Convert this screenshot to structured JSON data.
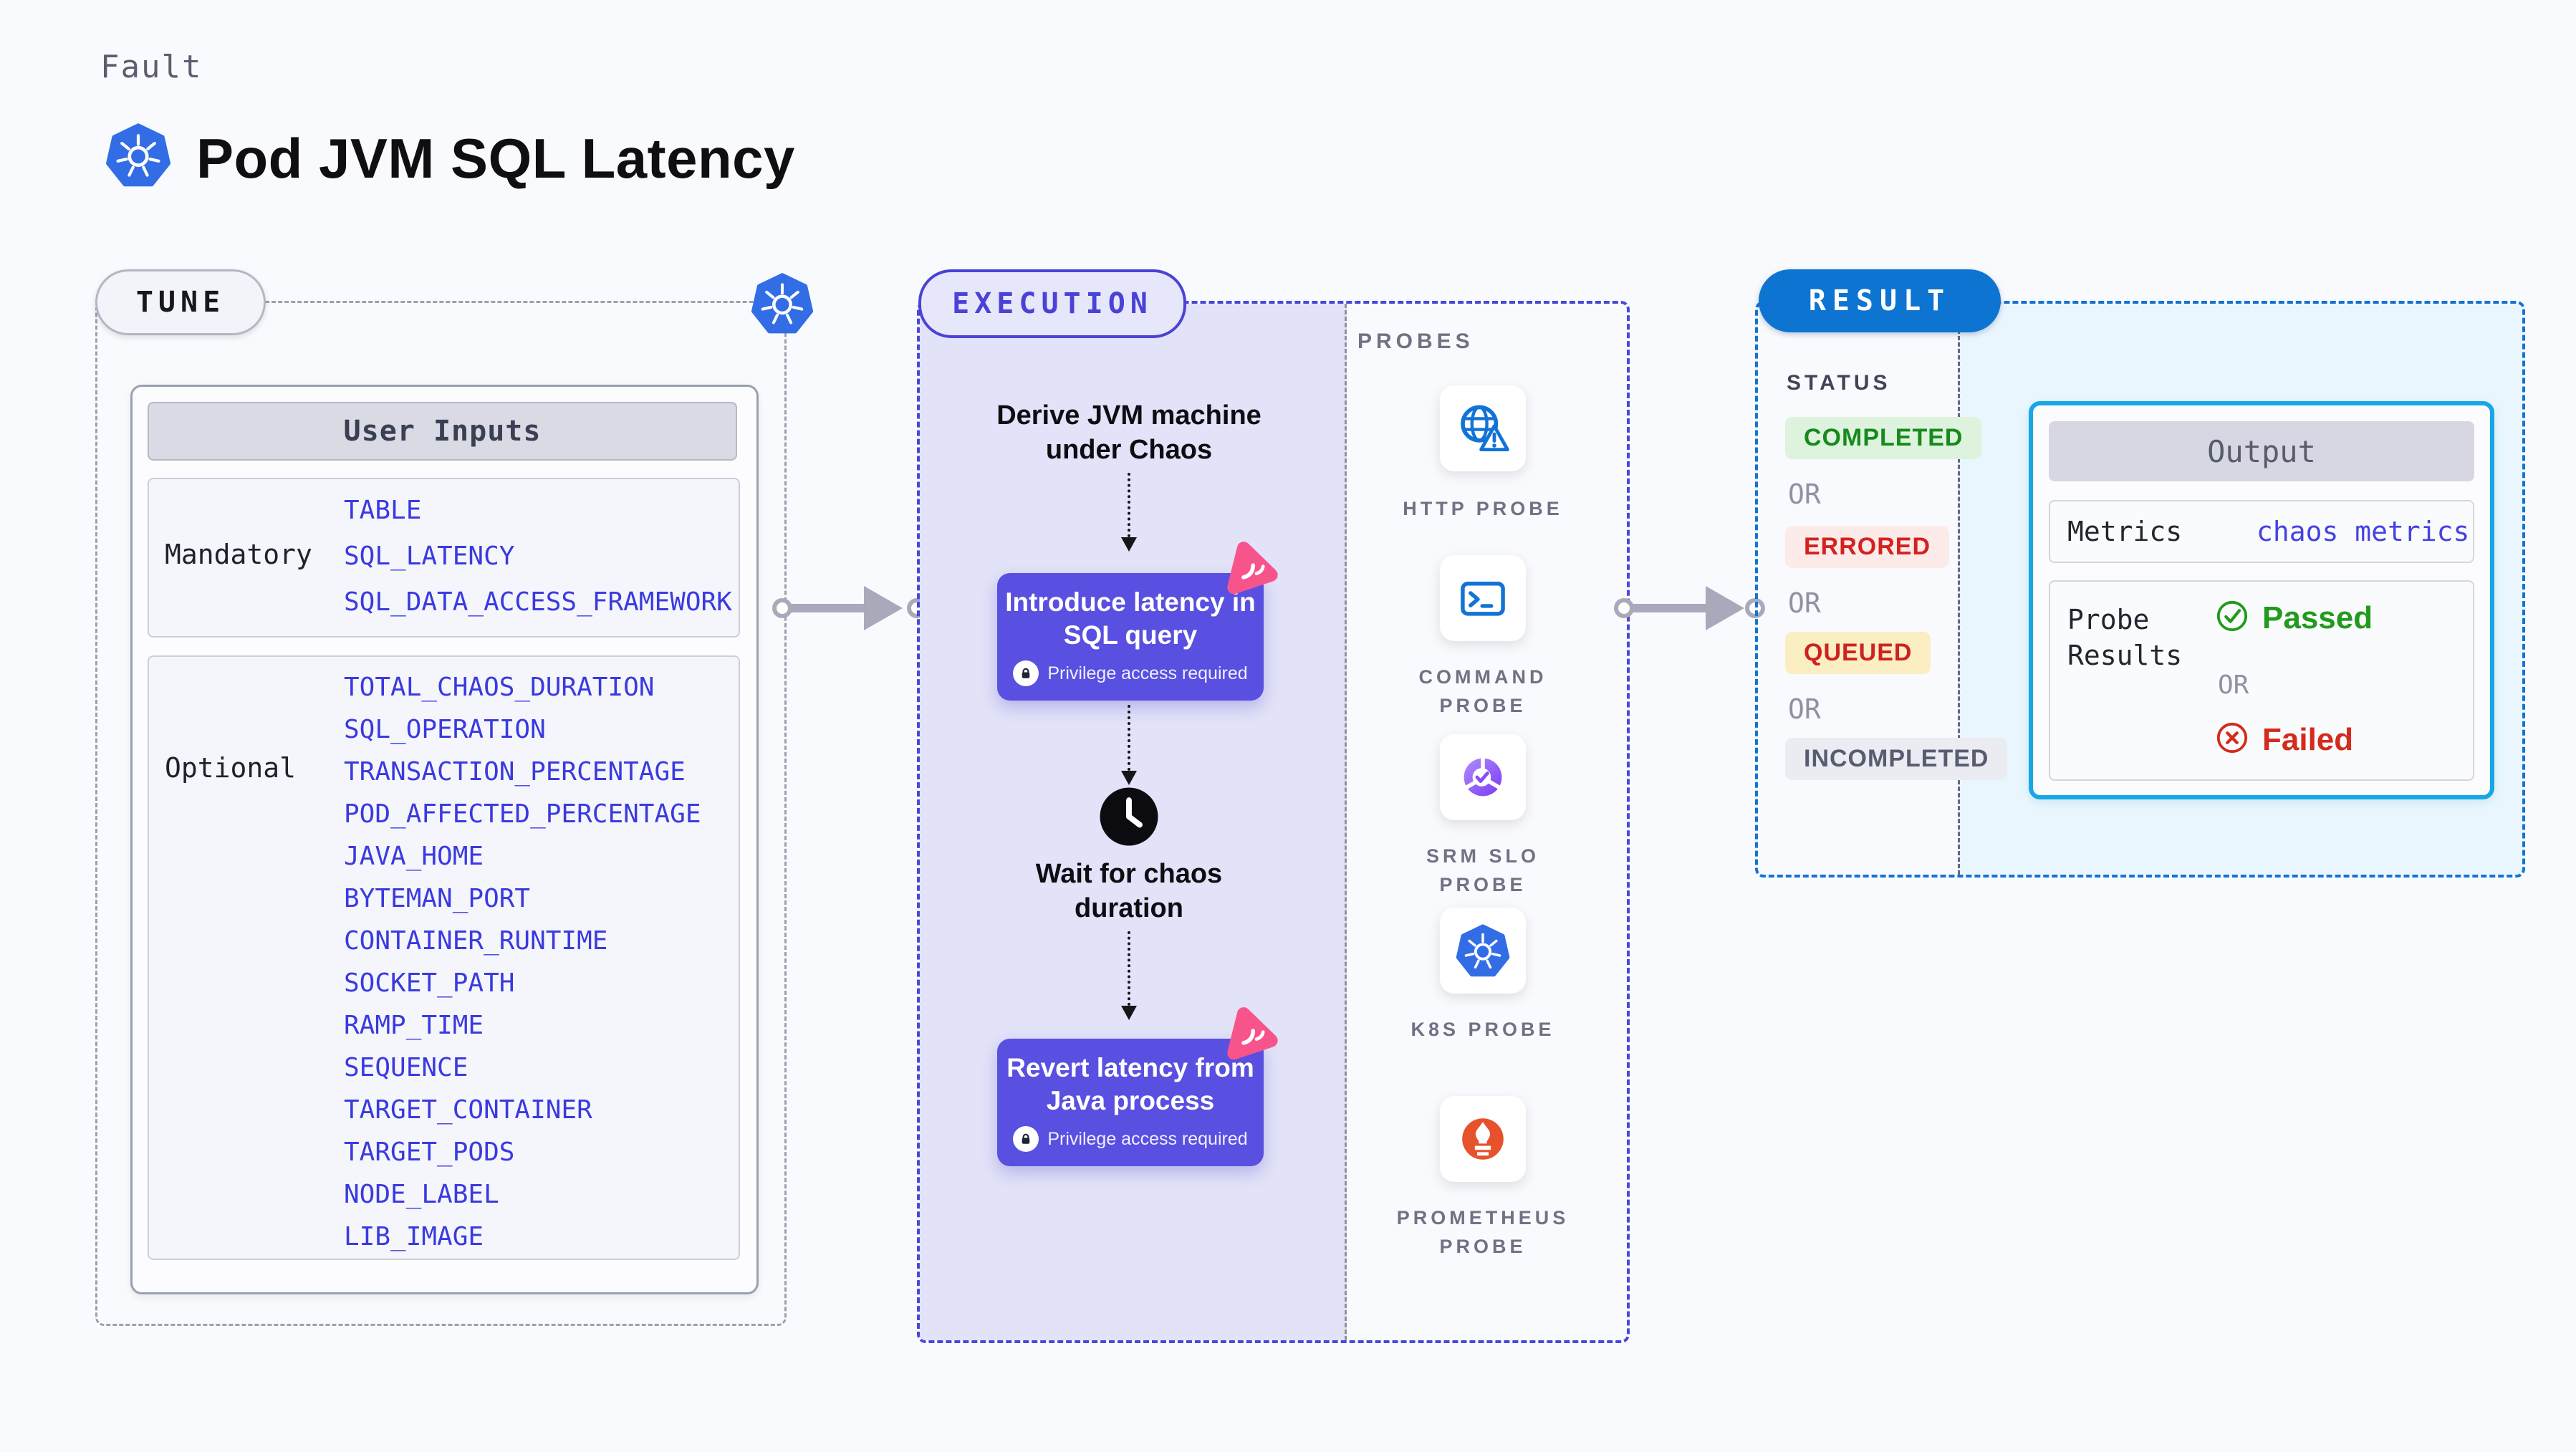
{
  "page": {
    "fault_label": "Fault",
    "title": "Pod JVM SQL Latency"
  },
  "tune": {
    "pill": "TUNE",
    "card_header": "User Inputs",
    "mandatory": {
      "label": "Mandatory",
      "items": [
        "TABLE",
        "SQL_LATENCY",
        "SQL_DATA_ACCESS_FRAMEWORK"
      ]
    },
    "optional": {
      "label": "Optional",
      "items": [
        "TOTAL_CHAOS_DURATION",
        "SQL_OPERATION",
        "TRANSACTION_PERCENTAGE",
        "POD_AFFECTED_PERCENTAGE",
        "JAVA_HOME",
        "BYTEMAN_PORT",
        "CONTAINER_RUNTIME",
        "SOCKET_PATH",
        "RAMP_TIME",
        "SEQUENCE",
        "TARGET_CONTAINER",
        "TARGET_PODS",
        "NODE_LABEL",
        "LIB_IMAGE"
      ]
    }
  },
  "execution": {
    "pill": "EXECUTION",
    "step_derive": "Derive JVM machine\nunder Chaos",
    "action_introduce": "Introduce latency in\nSQL query",
    "privilege_note": "Privilege access required",
    "step_wait": "Wait for chaos\nduration",
    "action_revert": "Revert latency from\nJava process"
  },
  "probes": {
    "label": "PROBES",
    "items": [
      {
        "name": "http-probe",
        "label": "HTTP PROBE"
      },
      {
        "name": "command-probe",
        "label": "COMMAND\nPROBE"
      },
      {
        "name": "srm-slo-probe",
        "label": "SRM SLO\nPROBE"
      },
      {
        "name": "k8s-probe",
        "label": "K8S PROBE"
      },
      {
        "name": "prometheus-probe",
        "label": "PROMETHEUS\nPROBE"
      }
    ]
  },
  "result": {
    "pill": "RESULT",
    "status_label": "STATUS",
    "or": "OR",
    "statuses": [
      "COMPLETED",
      "ERRORED",
      "QUEUED",
      "INCOMPLETED"
    ],
    "output": {
      "header": "Output",
      "metrics_label": "Metrics",
      "metrics_value": "chaos metrics",
      "probe_results_label": "Probe\nResults",
      "passed": "Passed",
      "failed": "Failed"
    }
  },
  "colors": {
    "kubernetes_blue": "#326de6",
    "action_purple": "#594fe0",
    "execution_border": "#4a47da",
    "tune_border": "#9ba1ae",
    "result_blue": "#0d74d1",
    "output_border": "#17a7e4",
    "spark_pink": "#f8548c",
    "input_item_blue": "#3a3ae0",
    "probe_icon_blue": "#1273d6",
    "prometheus_orange": "#e6522c",
    "completed_green": "#178a1e",
    "errored_red": "#d32222",
    "queued_red": "#cd2222",
    "incompleted_gray": "#575c70",
    "passed_green": "#219a1e",
    "failed_red": "#d32b1d",
    "execution_fill": "#e2e2f8",
    "result_fill": "#e9f6fd"
  }
}
